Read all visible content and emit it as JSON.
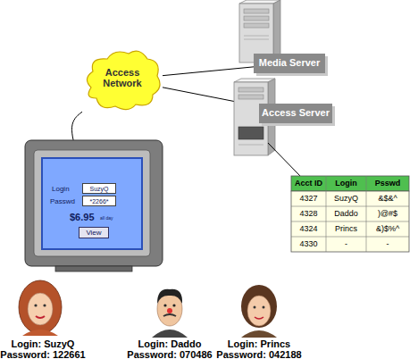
{
  "diagram": {
    "nodes": [
      {
        "text": [
          "Access Network"
        ]
      },
      {
        "text": [
          "Media Server"
        ]
      },
      {
        "text": [
          "Access Server"
        ]
      },
      {
        "text": [
          "Login",
          "Passwd",
          "$6.95",
          "all day"
        ]
      },
      {
        "text": [
          "SuzyQ"
        ],
        "in": 3
      },
      {
        "text": [
          "*2266*"
        ],
        "in": 3
      },
      {
        "text": [
          "View"
        ],
        "in": 3
      }
    ],
    "edges": [
      {
        "from": 0,
        "to": 1,
        "arrow": "none"
      },
      {
        "from": 0,
        "to": 2,
        "arrow": "none"
      },
      {
        "from": 0,
        "to": 3,
        "arrow": "none"
      }
    ],
    "labels": [
      "Acct ID",
      "Login",
      "Psswd",
      "4327",
      "SuzyQ",
      "&$&^",
      "4328",
      "Daddo",
      ")@#$",
      "4324",
      "Princs",
      "&)$%^",
      "4330",
      "-",
      "-",
      "Login: SuzyQ",
      "Password: 122661",
      "Login: Daddo",
      "Password: 070486",
      "Login: Princs",
      "Password: 042188"
    ]
  }
}
